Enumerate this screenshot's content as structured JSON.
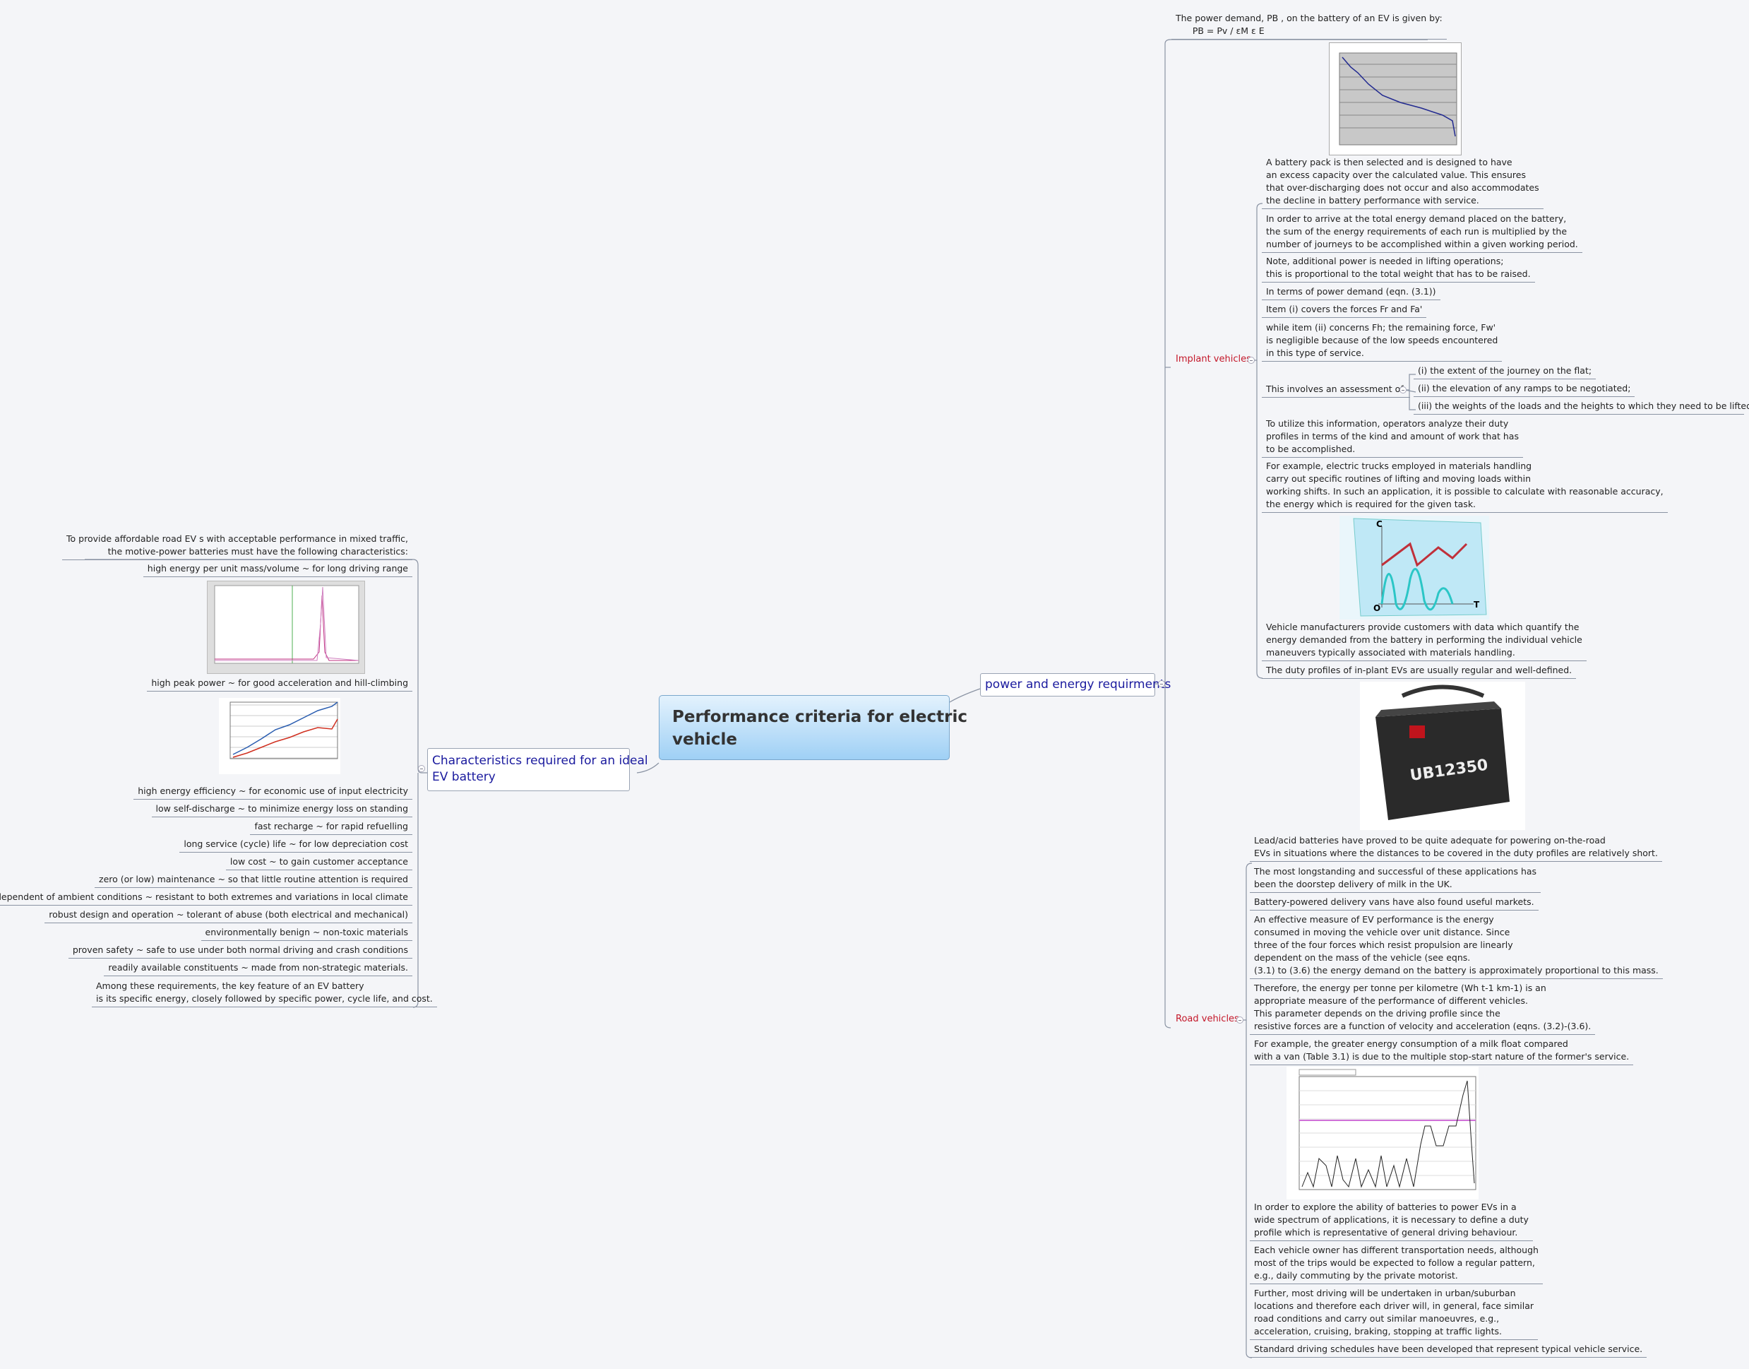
{
  "central": {
    "title": "Performance criteria for electric\nvehicle"
  },
  "branches": {
    "characteristics": {
      "label": "Characteristics required for an ideal\nEV battery"
    },
    "power": {
      "label": "power and energy requirments"
    }
  },
  "left": {
    "intro": "To provide affordable road EV s with acceptable performance in mixed traffic,\nthe motive-power batteries must have the following characteristics:",
    "items": [
      "high energy per unit mass/volume ~ for long driving range",
      "high peak power ~ for good acceleration and hill-climbing",
      "high energy efficiency ~ for economic use of input electricity",
      "low self-discharge ~ to minimize energy loss on standing",
      "fast recharge ~ for rapid refuelling",
      "long service (cycle) life ~ for low depreciation cost",
      "low cost ~ to gain customer acceptance",
      "zero (or low) maintenance ~ so that little routine attention is required",
      "independent of ambient conditions ~ resistant to both extremes and variations in local climate",
      "robust design and operation ~ tolerant of abuse (both electrical and mechanical)",
      "environmentally benign ~ non-toxic materials",
      "proven safety ~ safe to use under both normal driving and crash conditions",
      "readily available constituents ~ made from non-strategic materials.",
      "Among these requirements, the key feature of an EV battery\nis its specific energy, closely followed by specific power, cycle life, and cost."
    ]
  },
  "right": {
    "top_note": "The power demand, PB , on the battery of an EV is given by:\n      PB = Pv / εM ε E",
    "implant_label": "Implant vehicles",
    "road_label": "Road vehicles",
    "implant_items": [
      "A battery pack is then selected and is designed to have\nan excess capacity over the calculated value. This ensures\nthat over-discharging does not occur and also accommodates\nthe decline in battery performance with service.",
      "In order to arrive at the total energy demand placed on the battery,\nthe sum of the energy requirements of each run is multiplied by the\nnumber of journeys to be accomplished within a given working period.",
      "Note, additional power is needed in lifting operations;\nthis is proportional to the total weight that has to be raised.",
      "In terms of power demand (eqn. (3.1))",
      "Item (i) covers the forces Fr and Fa'",
      "while item (ii) concerns Fh; the remaining force, Fw'\nis negligible because of the low speeds encountered\nin this type of service.",
      "This involves an assessment of:",
      "To utilize this information, operators analyze their duty\nprofiles in terms of the kind and amount of work that has\nto be accomplished.",
      "For example, electric trucks employed in materials handling\ncarry out specific routines of lifting and moving loads within\nworking shifts. In such an application, it is possible to calculate with reasonable accuracy,\nthe energy which is required for the given task.",
      "Vehicle manufacturers provide customers with data which quantify the\nenergy demanded from the battery in performing the individual vehicle\nmaneuvers typically associated with materials handling.",
      "The duty profiles of in-plant EVs are usually regular and well-defined."
    ],
    "assessment_items": [
      "(i) the extent of the journey on the flat;",
      "(ii) the elevation of any ramps to be negotiated;",
      "(iii) the weights of the loads and the heights to which they need to be lifted."
    ],
    "road_items": [
      "Lead/acid batteries have proved to be quite adequate for powering on-the-road\nEVs in situations where the distances to be covered in the duty profiles are relatively short.",
      "The most longstanding and successful of these applications has\nbeen the doorstep delivery of milk in the UK.",
      "Battery-powered delivery vans have also found useful markets.",
      "An effective measure of EV performance is the energy\nconsumed in moving the vehicle over unit distance. Since\nthree of the four forces which resist propulsion are linearly\ndependent on the mass of the vehicle (see eqns.\n(3.1) to (3.6) the energy demand on the battery is approximately proportional to this mass.",
      "Therefore, the energy per tonne per kilometre (Wh t-1 km-1) is an\nappropriate measure of the performance of different vehicles.\nThis parameter depends on the driving profile since the\nresistive forces are a function of velocity and acceleration (eqns. (3.2)-(3.6).",
      "For example, the greater energy consumption of a milk float compared\nwith a van (Table 3.1) is due to the multiple stop-start nature of the former's service.",
      "In order to explore the ability of batteries to power EVs in a\nwide spectrum of applications, it is necessary to define a duty\nprofile which is representative of general driving behaviour.",
      "Each vehicle owner has different transportation needs, although\nmost of the trips would be expected to follow a regular pattern,\ne.g., daily commuting by the private motorist.",
      "Further, most driving will be undertaken in urban/suburban\nlocations and therefore each driver will, in general, face similar\nroad conditions and carry out similar manoeuvres, e.g.,\nacceleration, cruising, braking, stopping at traffic lights.",
      "Standard driving schedules have been developed that represent typical vehicle service."
    ],
    "battery_label": "UB12350",
    "graph_axes": [
      "C",
      "O",
      "T"
    ]
  },
  "colors": {
    "central_fill": "#9fd0f5",
    "branch_text": "#1a1a9e",
    "subtopic_text": "#c4182a",
    "line": "#8a93a3"
  }
}
